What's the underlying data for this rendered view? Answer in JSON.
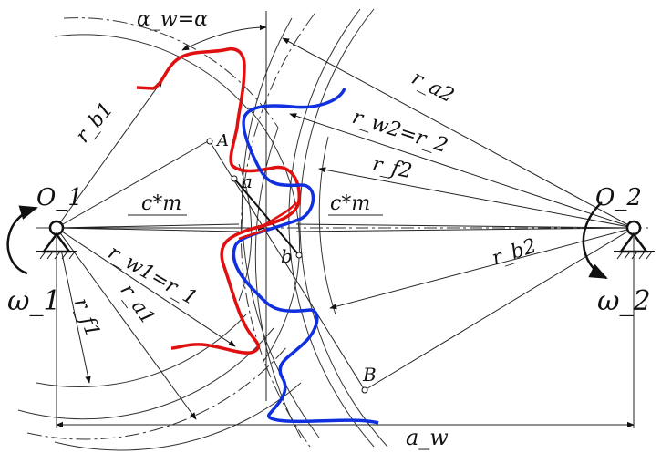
{
  "colors": {
    "gear1_profile": "#e01010",
    "gear2_profile": "#1030e0",
    "lines": "#222222"
  },
  "labels": {
    "alpha_w_eq_alpha": "α_w=α",
    "r_b1": "r_b1",
    "r_a2": "r_a2",
    "r_w2_eq_r2": "r_w2=r_2",
    "r_f2": "r_f2",
    "r_b2": "r_b2",
    "r_w1_eq_r1": "r_w1=r_1",
    "r_f1": "r_f1",
    "r_a1": "r_a1",
    "O1": "O_1",
    "O2": "O_2",
    "omega1": "ω_1",
    "omega2": "ω_2",
    "cm_left": "c*m",
    "cm_right": "c*m",
    "point_A": "A",
    "point_a": "a",
    "point_b": "b",
    "point_B": "B",
    "a_w": "a_w"
  }
}
